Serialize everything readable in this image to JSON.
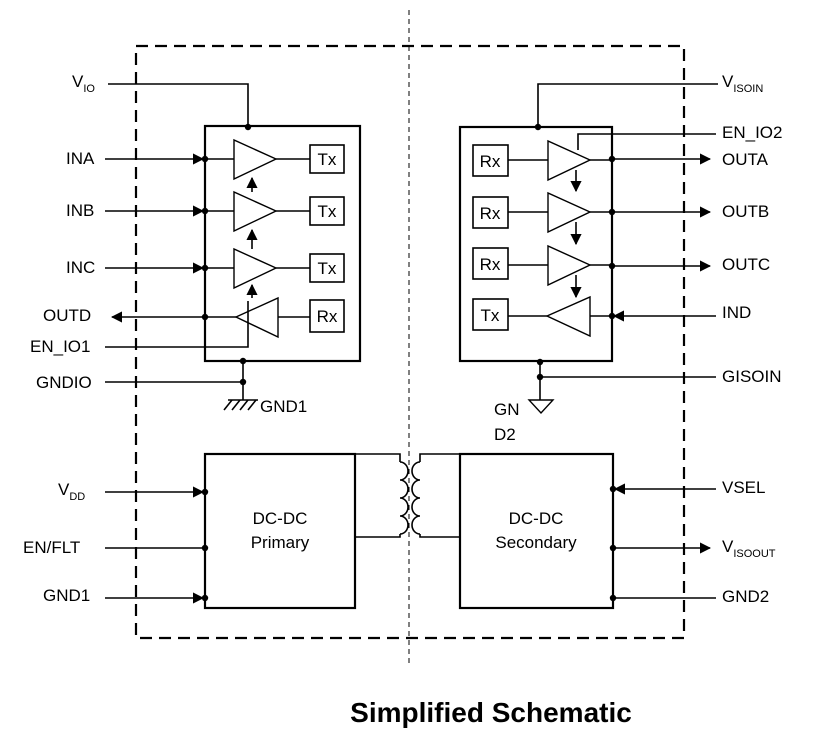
{
  "diagram": {
    "title": "Simplified Schematic",
    "left_pins": {
      "vio": {
        "main": "V",
        "sub": "IO"
      },
      "ina": "INA",
      "inb": "INB",
      "inc": "INC",
      "outd": "OUTD",
      "en_io1": "EN_IO1",
      "gndio": "GNDIO",
      "vdd": {
        "main": "V",
        "sub": "DD"
      },
      "en_flt": "EN/FLT",
      "gnd1": "GND1"
    },
    "right_pins": {
      "visoin": {
        "main": "V",
        "sub": "ISOIN"
      },
      "en_io2": "EN_IO2",
      "outa": "OUTA",
      "outb": "OUTB",
      "outc": "OUTC",
      "ind": "IND",
      "gisoin": "GISOIN",
      "vsel": "VSEL",
      "visoout": {
        "main": "V",
        "sub": "ISOOUT"
      },
      "gnd2": "GND2"
    },
    "ground_labels": {
      "gnd1": "GND1",
      "gnd2_line1": "GN",
      "gnd2_line2": "D2"
    },
    "channels": {
      "tx": "Tx",
      "rx": "Rx"
    },
    "blocks": {
      "primary_line1": "DC-DC",
      "primary_line2": "Primary",
      "secondary_line1": "DC-DC",
      "secondary_line2": "Secondary"
    }
  }
}
